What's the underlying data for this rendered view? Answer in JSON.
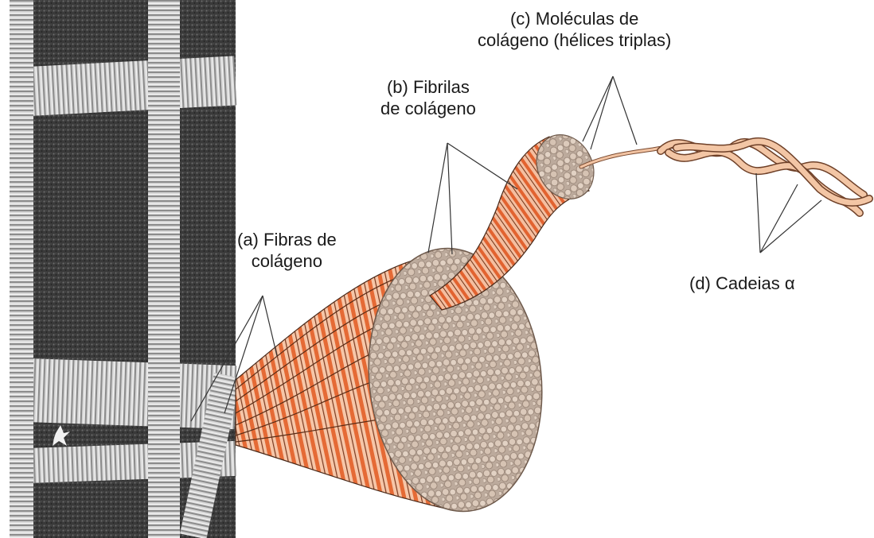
{
  "labels": {
    "fibras": [
      "(a) Fibras de",
      "colágeno"
    ],
    "fibrilas": [
      "(b) Fibrilas",
      "de colágeno"
    ],
    "moleculas": [
      "(c) Moléculas de",
      "colágeno (hélices triplas)"
    ],
    "cadeias": "(d) Cadeias α"
  },
  "colors": {
    "micrograph_dark": "#3c3c3c",
    "fiber_light": "#d8d8d8",
    "fibril_salmon": "#f0b494",
    "fibril_orange": "#e0622e",
    "fibril_ends": "#d8c6b6",
    "strand_peach": "#f3c6a5",
    "line": "#333333"
  }
}
